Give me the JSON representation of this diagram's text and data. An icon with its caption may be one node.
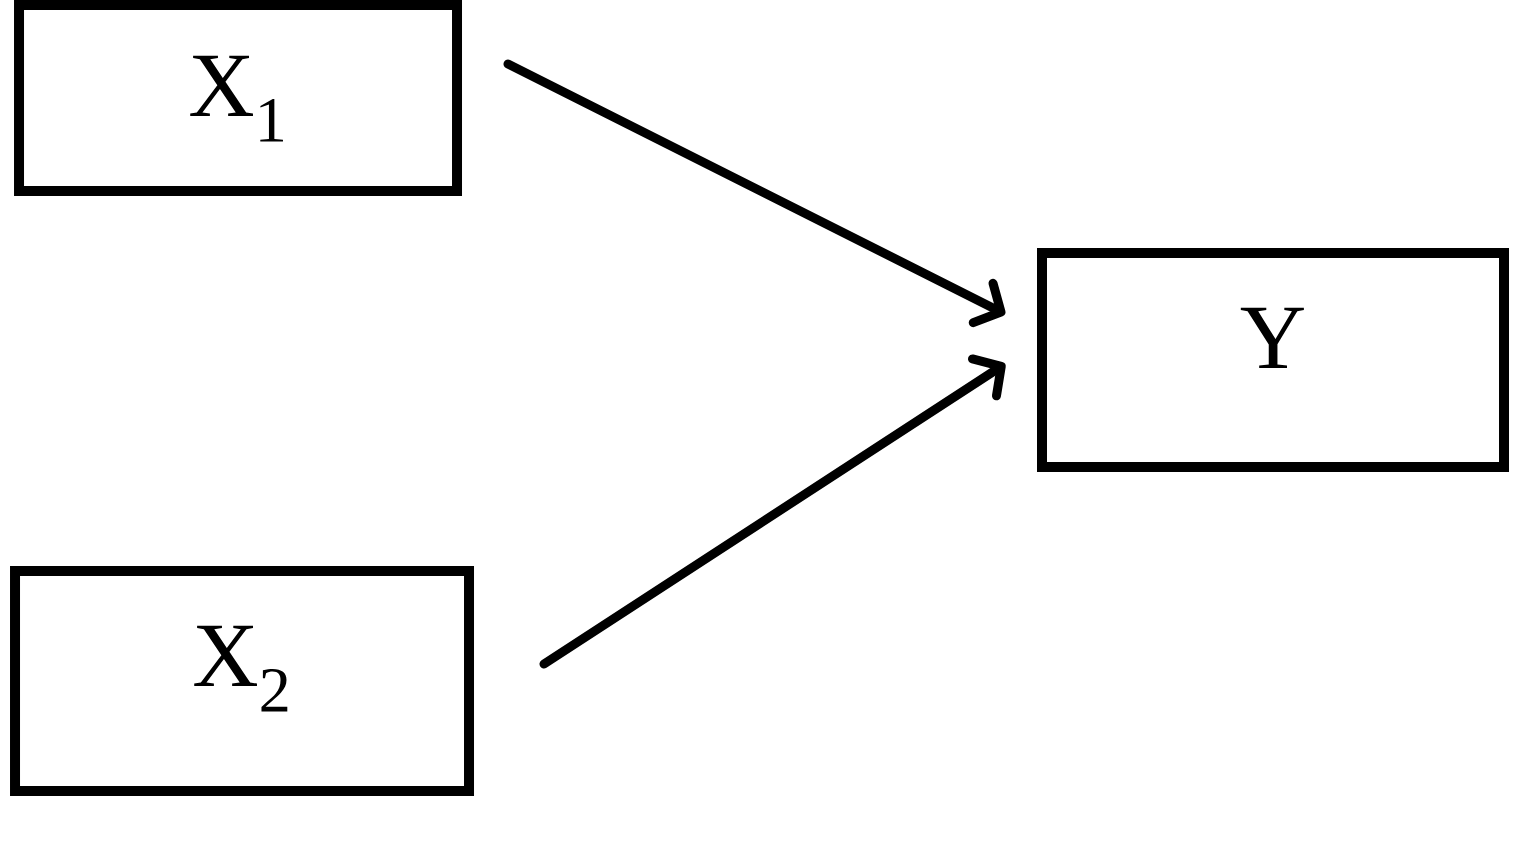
{
  "diagram": {
    "nodes": [
      {
        "text": [
          "X$_{1}$"
        ]
      },
      {
        "text": [
          "Y"
        ]
      },
      {
        "text": [
          "X$_{2}$"
        ]
      }
    ],
    "edges": [
      {
        "from": 0,
        "to": 1,
        "arrow": "to"
      },
      {
        "from": 2,
        "to": 1,
        "arrow": "to"
      }
    ]
  }
}
